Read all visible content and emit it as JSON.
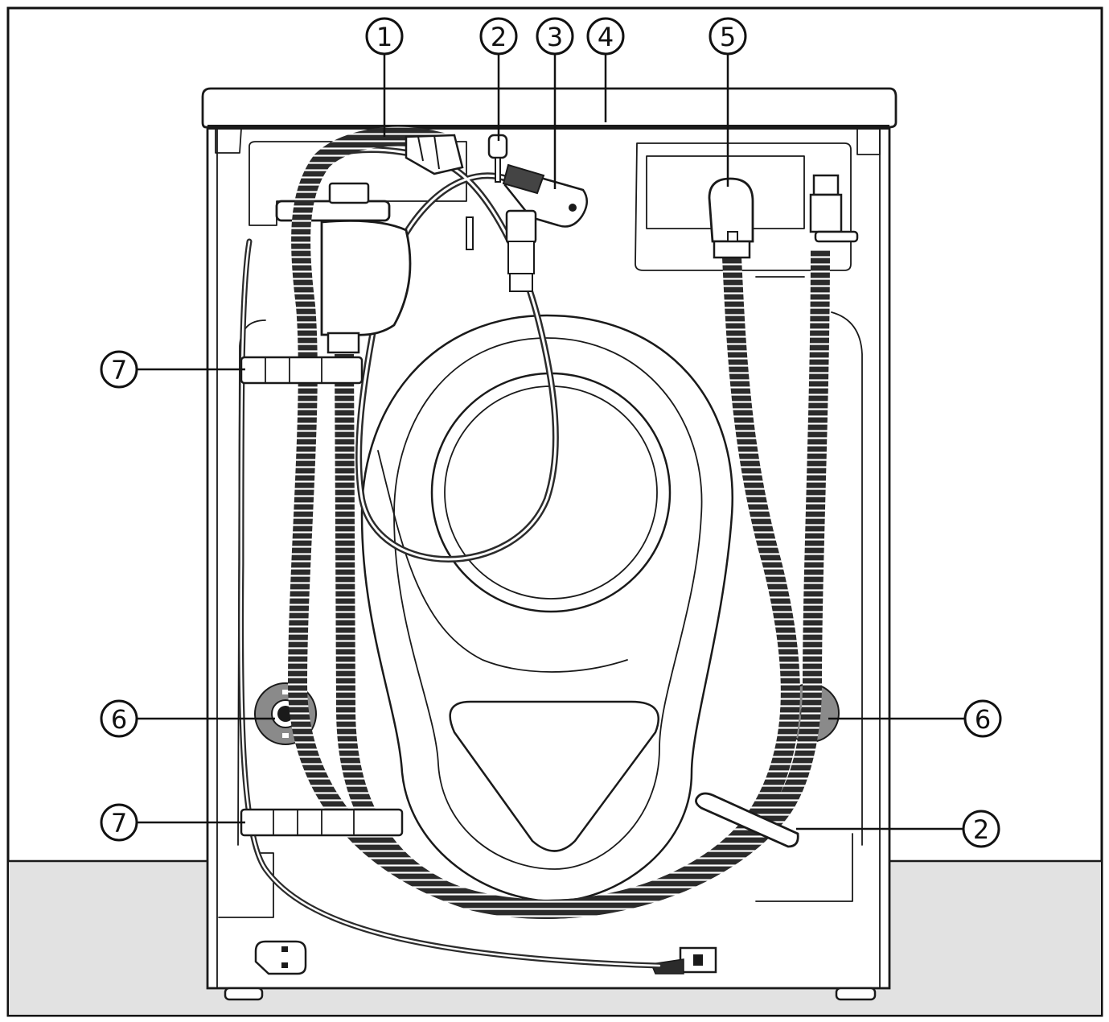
{
  "colors": {
    "floor": "#e2e2e2",
    "line": "#1a1a1a",
    "hose": "#2b2b2b",
    "background": "#ffffff"
  },
  "callouts": [
    {
      "id": "c1",
      "label": "1"
    },
    {
      "id": "c2a",
      "label": "2"
    },
    {
      "id": "c3",
      "label": "3"
    },
    {
      "id": "c4",
      "label": "4"
    },
    {
      "id": "c5",
      "label": "5"
    },
    {
      "id": "c7a",
      "label": "7"
    },
    {
      "id": "c6a",
      "label": "6"
    },
    {
      "id": "c6b",
      "label": "6"
    },
    {
      "id": "c7b",
      "label": "7"
    },
    {
      "id": "c2b",
      "label": "2"
    }
  ]
}
